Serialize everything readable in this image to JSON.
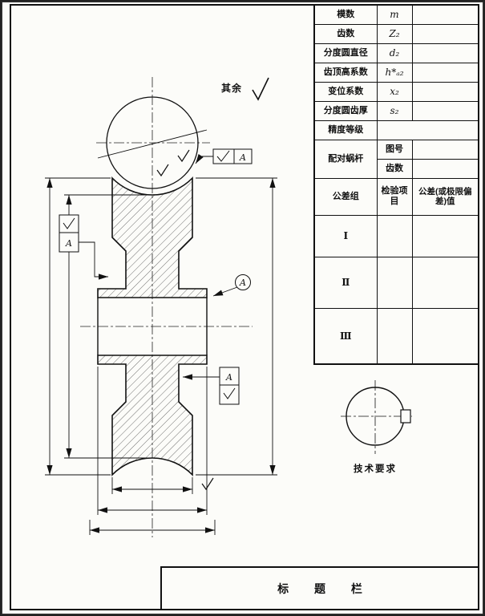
{
  "drawing": {
    "surface_note": "其余",
    "tech_requirements": "技术要求",
    "datum_label": "A"
  },
  "param_table": {
    "rows": [
      {
        "label": "模数",
        "symbol": "m",
        "value": ""
      },
      {
        "label": "齿数",
        "symbol": "Z₂",
        "value": ""
      },
      {
        "label": "分度圆直径",
        "symbol": "d₂",
        "value": ""
      },
      {
        "label": "齿顶高系数",
        "symbol": "h*ₐ₂",
        "value": ""
      },
      {
        "label": "变位系数",
        "symbol": "x₂",
        "value": ""
      },
      {
        "label": "分度圆齿厚",
        "symbol": "s₂",
        "value": ""
      }
    ],
    "accuracy_row": {
      "label": "精度等级",
      "value": ""
    },
    "mating_worm": {
      "label": "配对蜗杆",
      "sub_rows": [
        {
          "label": "图号",
          "value": ""
        },
        {
          "label": "齿数",
          "value": ""
        }
      ]
    },
    "tolerance_header": {
      "group": "公差组",
      "item": "检验项目",
      "value": "公差(或极限偏差)值"
    },
    "groups": [
      {
        "numeral": "Ⅰ",
        "item": "",
        "value": ""
      },
      {
        "numeral": "Ⅱ",
        "item": "",
        "value": ""
      },
      {
        "numeral": "Ⅲ",
        "item": "",
        "value": ""
      }
    ]
  },
  "title_block": {
    "title": "标 题 栏"
  }
}
